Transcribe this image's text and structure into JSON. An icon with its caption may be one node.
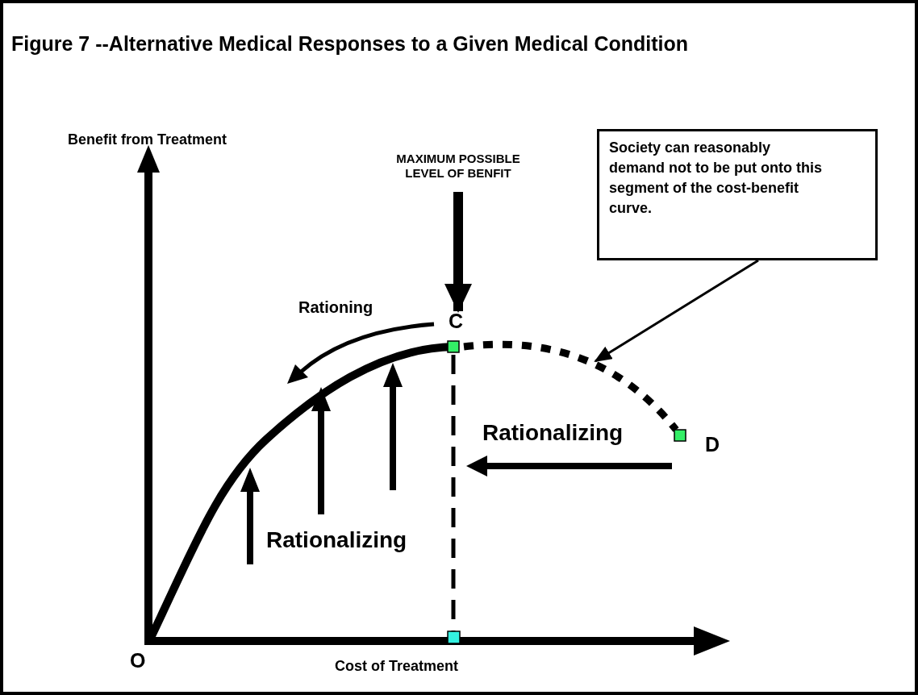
{
  "diagram": {
    "title": "Figure 7 --Alternative Medical Responses to a Given Medical Condition",
    "nodes": [
      {
        "text": [
          "Society can reasonably demand not to be put onto this segment of the cost-benefit curve."
        ]
      },
      {
        "text": [
          "MAXIMUM POSSIBLE LEVEL OF BENFIT"
        ]
      },
      {
        "text": [
          "C"
        ]
      },
      {
        "text": [],
        "shape": "curve"
      }
    ],
    "edges": [
      {
        "from": 0,
        "to": 3,
        "arrow": "to"
      },
      {
        "from": 1,
        "to": 2,
        "arrow": "to",
        "style": "thick"
      }
    ],
    "labels": [
      "Benefit from Treatment",
      "Rationing",
      "Rationalizing",
      "D",
      "Rationalizing",
      "O",
      "Cost of Treatment"
    ]
  }
}
